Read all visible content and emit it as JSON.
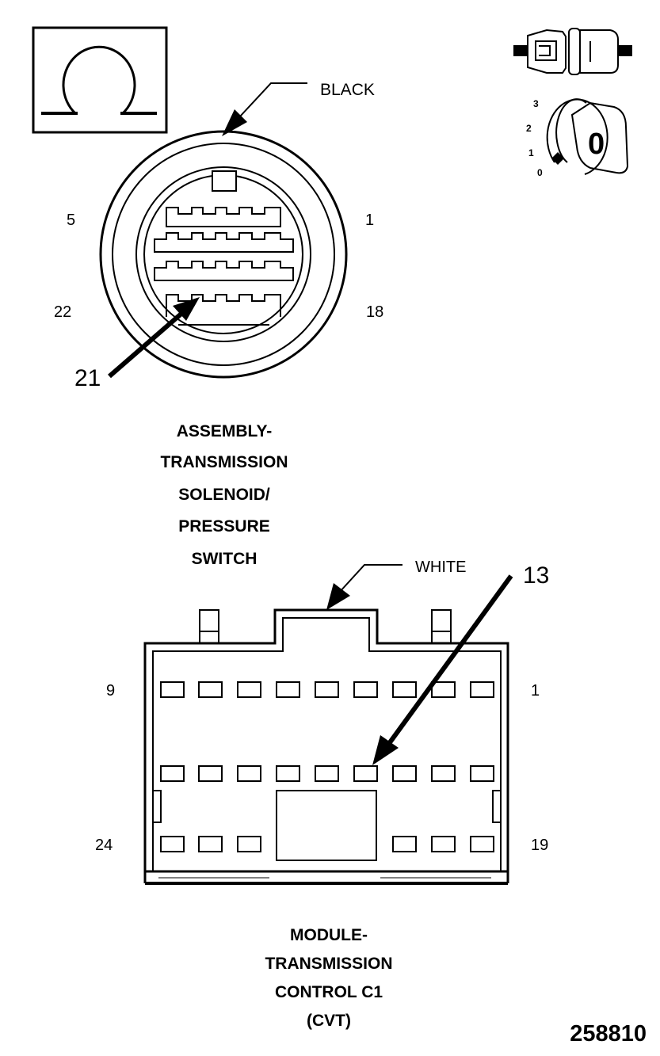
{
  "connector1": {
    "color_label": "BLACK",
    "pins": {
      "top_left": "5",
      "top_right": "1",
      "bottom_left": "22",
      "bottom_right": "18"
    },
    "callout_pin": "21",
    "title_lines": [
      "ASSEMBLY-",
      "TRANSMISSION",
      "SOLENOID/",
      "PRESSURE",
      "SWITCH"
    ]
  },
  "connector2": {
    "color_label": "WHITE",
    "callout_pin": "13",
    "pins": {
      "top_left": "9",
      "top_right": "1",
      "bottom_left": "24",
      "bottom_right": "19"
    },
    "title_lines": [
      "MODULE-",
      "TRANSMISSION",
      "CONTROL C1",
      "(CVT)"
    ]
  },
  "ignition": {
    "positions": [
      "3",
      "2",
      "1",
      "0"
    ],
    "key_glyph": "0"
  },
  "icons": {
    "meter": "ohm-symbol-icon",
    "unplug": "disconnected-connector-icon",
    "key": "ignition-key-icon"
  },
  "figure_id": "258810"
}
